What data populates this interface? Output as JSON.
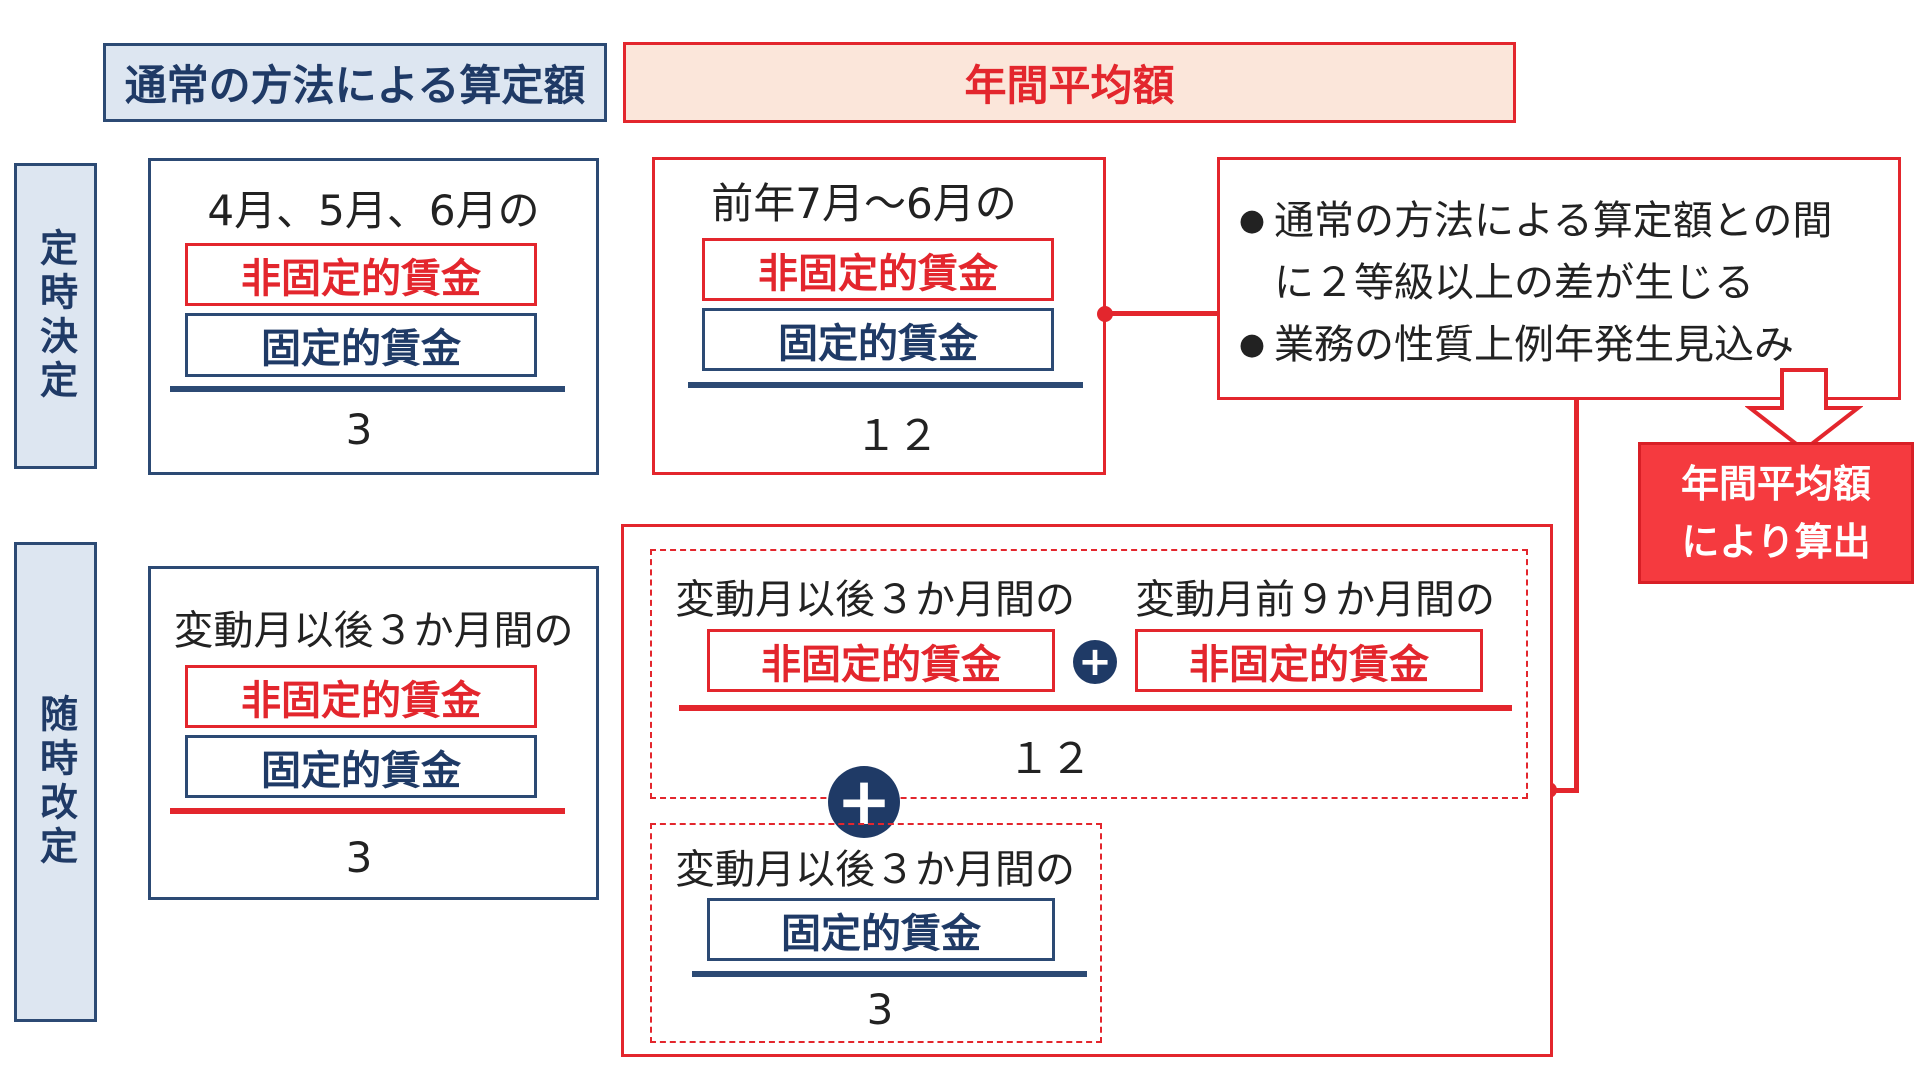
{
  "headers": {
    "standard": "通常の方法による算定額",
    "annual_average": "年間平均額"
  },
  "side_labels": {
    "regular": "定時決定",
    "adhoc": "随時改定"
  },
  "regular_standard": {
    "caption": "4月、5月、6月の",
    "nonfixed": "非固定的賃金",
    "fixed": "固定的賃金",
    "denominator": "3"
  },
  "regular_annual": {
    "caption": "前年7月～6月の",
    "nonfixed": "非固定的賃金",
    "fixed": "固定的賃金",
    "denominator": "１２"
  },
  "conditions": {
    "items": [
      "通常の方法による算定額との間に２等級以上の差が生じる",
      "業務の性質上例年発生見込み"
    ],
    "item1_line1": "通常の方法による算定額との間",
    "item1_line2": "に２等級以上の差が生じる"
  },
  "result": {
    "line1": "年間平均額",
    "line2": "により算出"
  },
  "adhoc_standard": {
    "caption": "変動月以後３か月間の",
    "nonfixed": "非固定的賃金",
    "fixed": "固定的賃金",
    "denominator": "3"
  },
  "adhoc_annual_nonfixed": {
    "caption_after": "変動月以後３か月間の",
    "caption_before": "変動月前９か月間の",
    "nonfixed_after": "非固定的賃金",
    "nonfixed_before": "非固定的賃金",
    "denominator": "１２"
  },
  "adhoc_annual_fixed": {
    "caption": "変動月以後３か月間の",
    "fixed": "固定的賃金",
    "denominator": "3"
  },
  "colors": {
    "navy": "#2c4a74",
    "red": "#e3262d",
    "light_blue": "#dde6f1",
    "light_orange": "#fbe6da"
  }
}
